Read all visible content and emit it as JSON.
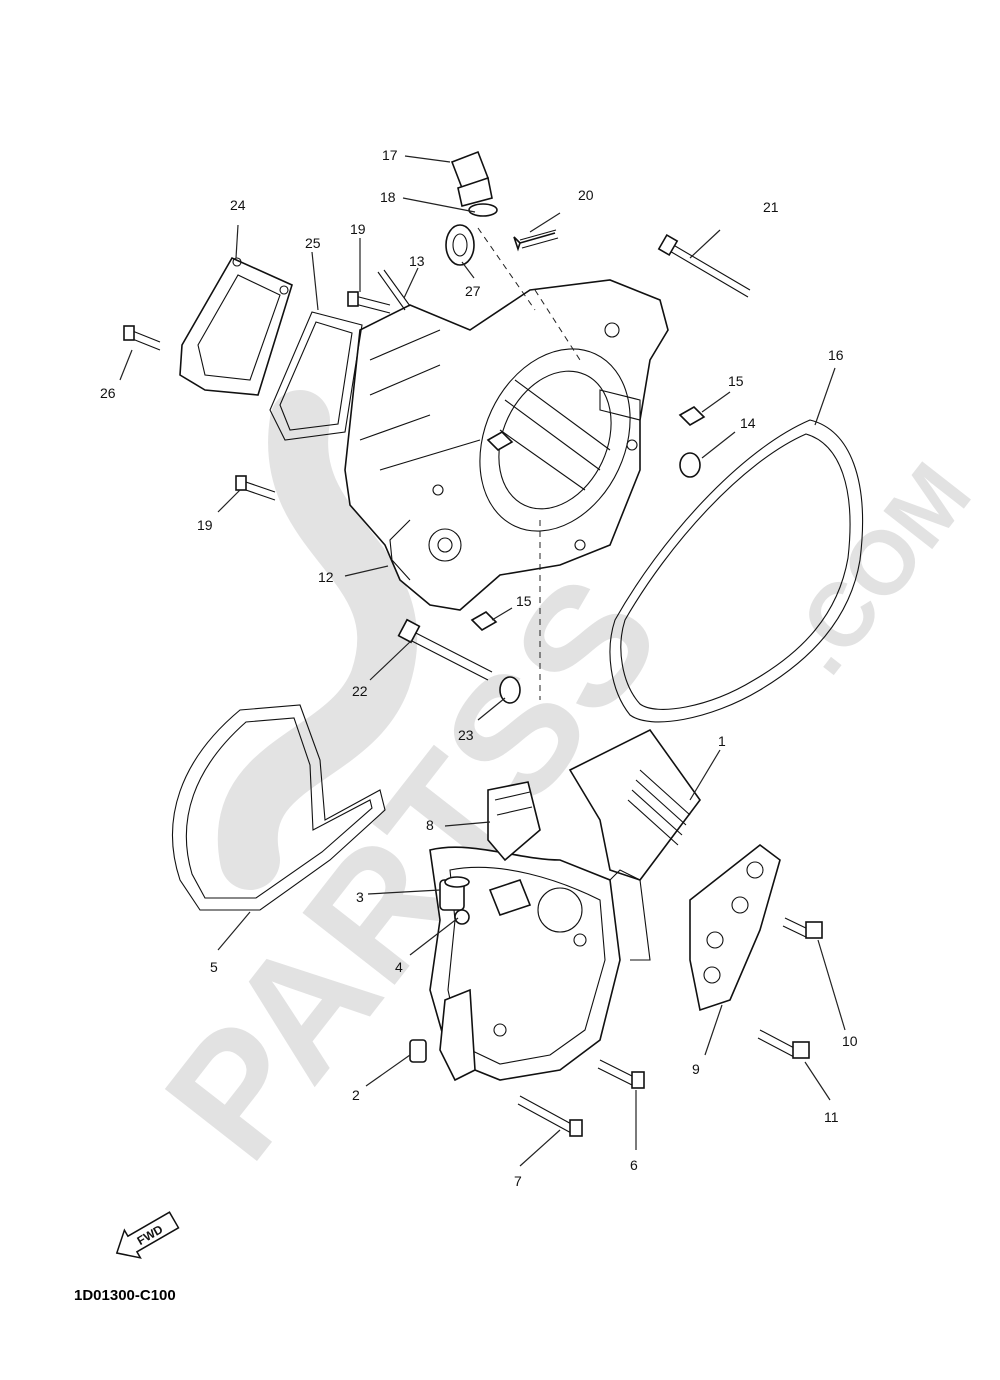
{
  "callouts": [
    {
      "n": "1"
    },
    {
      "n": "2"
    },
    {
      "n": "3"
    },
    {
      "n": "4"
    },
    {
      "n": "5"
    },
    {
      "n": "6"
    },
    {
      "n": "7"
    },
    {
      "n": "8"
    },
    {
      "n": "9"
    },
    {
      "n": "10"
    },
    {
      "n": "11"
    },
    {
      "n": "12"
    },
    {
      "n": "13"
    },
    {
      "n": "14"
    },
    {
      "n": "15"
    },
    {
      "n": "15"
    },
    {
      "n": "16"
    },
    {
      "n": "17"
    },
    {
      "n": "18"
    },
    {
      "n": "19"
    },
    {
      "n": "19"
    },
    {
      "n": "20"
    },
    {
      "n": "21"
    },
    {
      "n": "22"
    },
    {
      "n": "23"
    },
    {
      "n": "24"
    },
    {
      "n": "25"
    },
    {
      "n": "26"
    },
    {
      "n": "27"
    }
  ],
  "fwd_label": "FWD",
  "reference_code": "1D01300-C100",
  "watermark": {
    "main": "PARTSS",
    "suffix": ".COM"
  }
}
